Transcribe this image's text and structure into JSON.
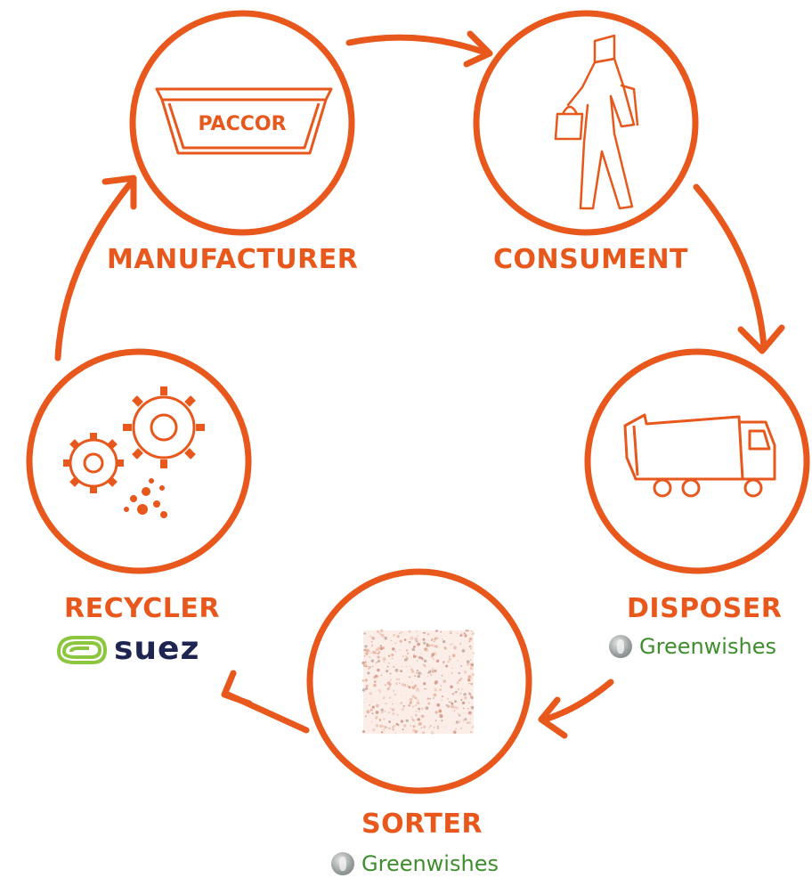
{
  "colors": {
    "accent": "#E8581C",
    "green": "#3E8E2E",
    "navy": "#1E2550",
    "suez_green": "#8CC63F",
    "white": "#FFFFFF"
  },
  "stages": [
    {
      "id": "manufacturer",
      "label": "MANUFACTURER",
      "icon": "paccor-tray-icon",
      "logo_text": "PACCOR"
    },
    {
      "id": "consument",
      "label": "CONSUMENT",
      "icon": "shopper-icon"
    },
    {
      "id": "disposer",
      "label": "DISPOSER",
      "icon": "garbage-truck-icon",
      "partner": "Greenwishes"
    },
    {
      "id": "sorter",
      "label": "SORTER",
      "icon": "plastic-flakes-icon",
      "partner": "Greenwishes"
    },
    {
      "id": "recycler",
      "label": "RECYCLER",
      "icon": "gears-icon",
      "partner_logo": "suez",
      "partner_text": "suez"
    }
  ],
  "flow": [
    "manufacturer",
    "consument",
    "disposer",
    "sorter",
    "recycler",
    "manufacturer"
  ]
}
